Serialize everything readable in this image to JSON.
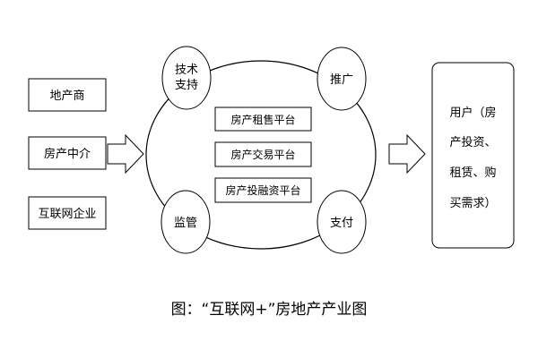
{
  "suppliers": {
    "developer": "地产商",
    "agency": "房产中介",
    "internet": "互联网企业"
  },
  "hub": {
    "nodes": {
      "tech_line1": "技术",
      "tech_line2": "支持",
      "promotion": "推广",
      "supervision": "监管",
      "payment": "支付"
    },
    "platforms": {
      "rental": "房产租售平台",
      "trade": "房产交易平台",
      "finance": "房产投融资平台"
    }
  },
  "users": {
    "line1": "用户（房",
    "line2": "产投资、",
    "line3": "租赁、购",
    "line4": "买需求）"
  },
  "caption": "图：“互联网+”房地产产业图",
  "colors": {
    "stroke": "#000000",
    "background": "#ffffff",
    "text": "#000000"
  }
}
